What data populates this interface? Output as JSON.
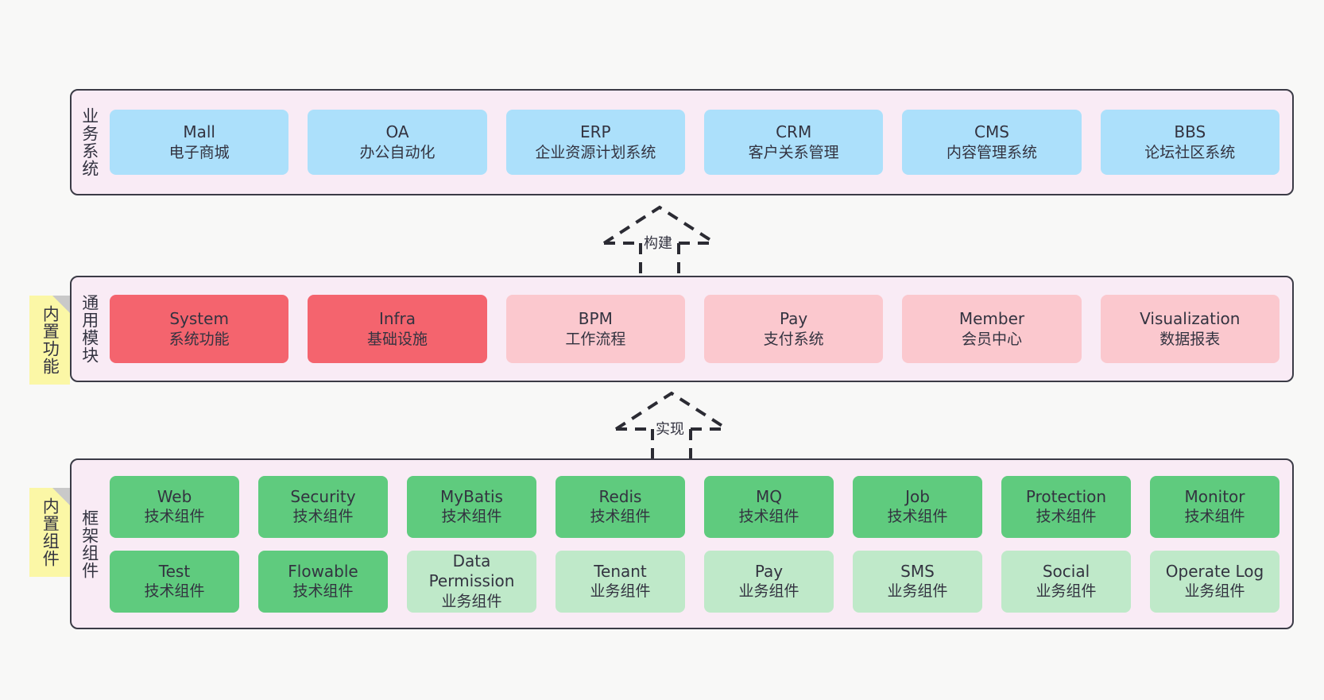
{
  "diagram": {
    "title": "",
    "colors": {
      "panel_bg": "#f9ebf5",
      "panel_border": "#3b3b46",
      "blue": "#ace0fb",
      "red": "#f4646e",
      "pink": "#fbc8ce",
      "green": "#5fcb7e",
      "light_green": "#bfe9c9",
      "note_yellow": "#fbf7a6",
      "note_fold": "#c9c9c9",
      "canvas_bg": "#f8f8f7"
    }
  },
  "layers": [
    {
      "id": "business-systems",
      "label": "业务系统",
      "rows": [
        {
          "cards": [
            {
              "name": "Mall",
              "desc": "电子商城",
              "style": "blue"
            },
            {
              "name": "OA",
              "desc": "办公自动化",
              "style": "blue"
            },
            {
              "name": "ERP",
              "desc": "企业资源计划系统",
              "style": "blue"
            },
            {
              "name": "CRM",
              "desc": "客户关系管理",
              "style": "blue"
            },
            {
              "name": "CMS",
              "desc": "内容管理系统",
              "style": "blue"
            },
            {
              "name": "BBS",
              "desc": "论坛社区系统",
              "style": "blue"
            }
          ]
        }
      ]
    },
    {
      "id": "common-modules",
      "label": "通用模块",
      "note": "内置功能",
      "rows": [
        {
          "cards": [
            {
              "name": "System",
              "desc": "系统功能",
              "style": "red"
            },
            {
              "name": "Infra",
              "desc": "基础设施",
              "style": "red"
            },
            {
              "name": "BPM",
              "desc": "工作流程",
              "style": "pink"
            },
            {
              "name": "Pay",
              "desc": "支付系统",
              "style": "pink"
            },
            {
              "name": "Member",
              "desc": "会员中心",
              "style": "pink"
            },
            {
              "name": "Visualization",
              "desc": "数据报表",
              "style": "pink"
            }
          ]
        }
      ]
    },
    {
      "id": "framework-components",
      "label": "框架组件",
      "note": "内置组件",
      "rows": [
        {
          "cards": [
            {
              "name": "Web",
              "desc": "技术组件",
              "style": "green"
            },
            {
              "name": "Security",
              "desc": "技术组件",
              "style": "green"
            },
            {
              "name": "MyBatis",
              "desc": "技术组件",
              "style": "green"
            },
            {
              "name": "Redis",
              "desc": "技术组件",
              "style": "green"
            },
            {
              "name": "MQ",
              "desc": "技术组件",
              "style": "green"
            },
            {
              "name": "Job",
              "desc": "技术组件",
              "style": "green"
            },
            {
              "name": "Protection",
              "desc": "技术组件",
              "style": "green"
            },
            {
              "name": "Monitor",
              "desc": "技术组件",
              "style": "green"
            }
          ]
        },
        {
          "cards": [
            {
              "name": "Test",
              "desc": "技术组件",
              "style": "green"
            },
            {
              "name": "Flowable",
              "desc": "技术组件",
              "style": "green"
            },
            {
              "name": "Data Permission",
              "desc": "业务组件",
              "style": "lightgreen"
            },
            {
              "name": "Tenant",
              "desc": "业务组件",
              "style": "lightgreen"
            },
            {
              "name": "Pay",
              "desc": "业务组件",
              "style": "lightgreen"
            },
            {
              "name": "SMS",
              "desc": "业务组件",
              "style": "lightgreen"
            },
            {
              "name": "Social",
              "desc": "业务组件",
              "style": "lightgreen"
            },
            {
              "name": "Operate Log",
              "desc": "业务组件",
              "style": "lightgreen"
            }
          ]
        }
      ]
    }
  ],
  "connectors": [
    {
      "id": "build",
      "label": "构建",
      "from": "common-modules",
      "to": "business-systems"
    },
    {
      "id": "implement",
      "label": "实现",
      "from": "framework-components",
      "to": "common-modules"
    }
  ]
}
